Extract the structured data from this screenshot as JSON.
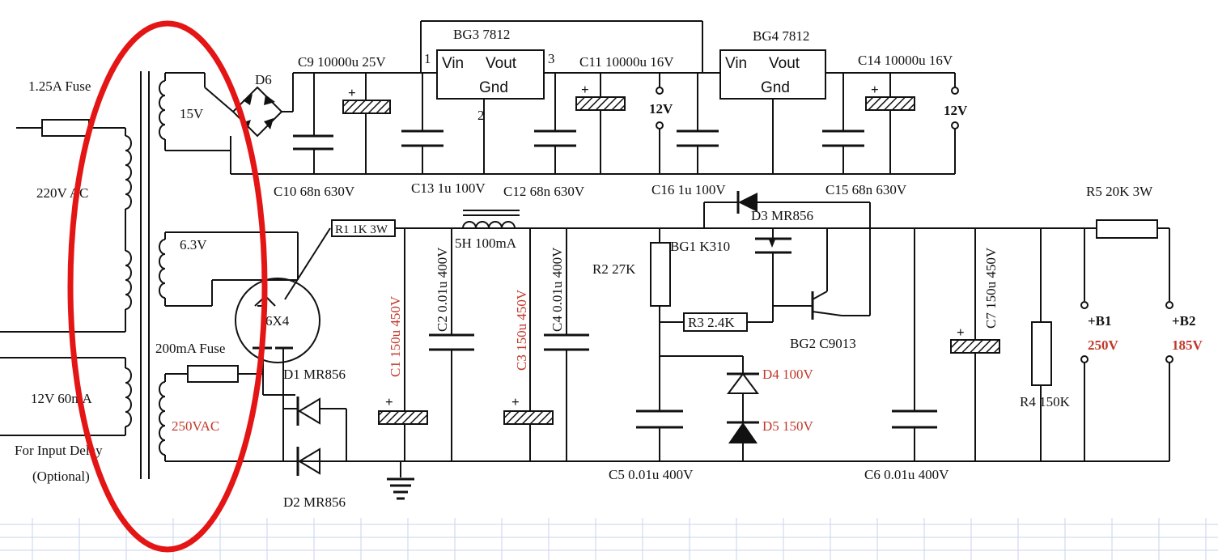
{
  "labels": {
    "fuse_main": "1.25A Fuse",
    "ac_in": "220V AC",
    "sec_15v": "15V",
    "sec_63v": "6.3V",
    "delay_12v": "12V 60mA",
    "input_delay_1": "For Input Delay",
    "input_delay_2": "(Optional)",
    "fuse_200": "200mA Fuse",
    "sec_250vac": "250VAC",
    "d6": "D6",
    "c9": "C9 10000u 25V",
    "c10": "C10 68n 630V",
    "bg3": "BG3 7812",
    "pin1": "1",
    "pin2": "2",
    "pin3": "3",
    "vin": "Vin",
    "vout": "Vout",
    "gnd": "Gnd",
    "c13": "C13 1u 100V",
    "c11": "C11 10000u 16V",
    "c12": "C12 68n 630V",
    "out12_a": "12V",
    "bg4": "BG4 7812",
    "c16": "C16 1u 100V",
    "c14": "C14 10000u 16V",
    "c15": "C15 68n 630V",
    "out12_b": "12V",
    "r1": "R1 1K 3W",
    "tube": "6X4",
    "d1": "D1 MR856",
    "d2": "D2 MR856",
    "c1": "C1 150u 450V",
    "c2": "C2 0.01u 400V",
    "choke": "5H 100mA",
    "c3": "C3 150u 450V",
    "c4": "C4 0.01u 400V",
    "d3": "D3 MR856",
    "bg1": "BG1 K310",
    "r2": "R2 27K",
    "r3": "R3 2.4K",
    "bg2": "BG2 C9013",
    "d4": "D4 100V",
    "d5": "D5 150V",
    "c5": "C5 0.01u 400V",
    "c6": "C6 0.01u 400V",
    "c7": "C7 150u 450V",
    "r4": "R4  150K",
    "r5": "R5 20K 3W",
    "b1": "+B1",
    "b1v": "250V",
    "b2": "+B2",
    "b2v": "185V",
    "plus": "+"
  },
  "colors": {
    "wire": "#111111",
    "highlight_ellipse": "#e41515",
    "red_text": "#c0392b",
    "grid": "#c9d3ee"
  }
}
